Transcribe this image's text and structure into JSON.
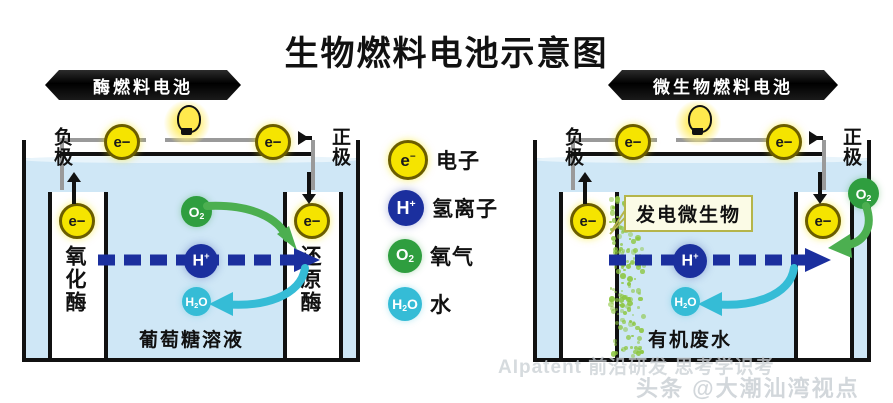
{
  "title": "生物燃料电池示意图",
  "banners": {
    "left": "酶燃料电池",
    "right": "微生物燃料电池"
  },
  "legend": {
    "items": [
      {
        "symbol": "e",
        "glyph": "e−",
        "label": "电子",
        "color": "#f5e400"
      },
      {
        "symbol": "H+",
        "glyph": "H+",
        "label": "氢离子",
        "color": "#1b2f9e"
      },
      {
        "symbol": "O2",
        "glyph": "O2",
        "label": "氧气",
        "color": "#2f9e3f"
      },
      {
        "symbol": "H2O",
        "glyph": "H2O",
        "label": "水",
        "color": "#35bcd6"
      }
    ]
  },
  "cells": {
    "left": {
      "anode_label": "负极",
      "cathode_label": "正极",
      "anode_material": "氧化酶",
      "cathode_material": "还原酶",
      "solution": "葡萄糖溶液",
      "electron_symbol": "e−",
      "proton_symbol": "H+",
      "oxygen_symbol": "O2",
      "water_symbol": "H2O"
    },
    "right": {
      "anode_label": "负极",
      "cathode_label": "正极",
      "callout": "发电微生物",
      "solution": "有机废水",
      "electron_symbol": "e−",
      "proton_symbol": "H+",
      "oxygen_symbol": "O2",
      "water_symbol": "H2O"
    }
  },
  "watermarks": {
    "top": "AIpatent 前沿研发 思考学识考",
    "bottom": "头条 @大潮汕湾视点"
  },
  "colors": {
    "water": "#cfe7f6",
    "electron": "#f5e400",
    "proton": "#1b2f9e",
    "oxygen": "#2f9e3f",
    "h2o": "#35bcd6",
    "microbe": "#8cc63f",
    "banner": "#000000"
  }
}
